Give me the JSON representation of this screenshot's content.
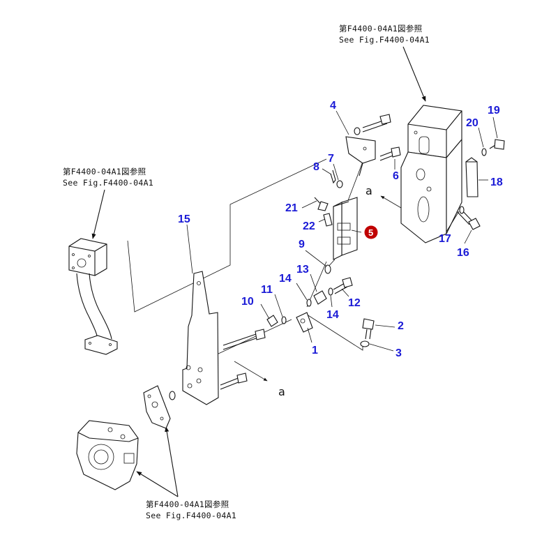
{
  "references": [
    {
      "jp": "第F4400-04A1図参照",
      "en": "See Fig.F4400-04A1"
    },
    {
      "jp": "第F4400-04A1図参照",
      "en": "See Fig.F4400-04A1"
    },
    {
      "jp": "第F4400-04A1図参照",
      "en": "See Fig.F4400-04A1"
    }
  ],
  "view_marks": [
    "a",
    "a"
  ],
  "callouts": [
    "1",
    "2",
    "3",
    "4",
    "5",
    "6",
    "7",
    "8",
    "9",
    "10",
    "11",
    "12",
    "13",
    "14",
    "14",
    "15",
    "16",
    "17",
    "18",
    "19",
    "20",
    "21",
    "22"
  ],
  "colors": {
    "callout": "#1a1ad6",
    "highlight": "#c00000",
    "line": "#111111"
  }
}
